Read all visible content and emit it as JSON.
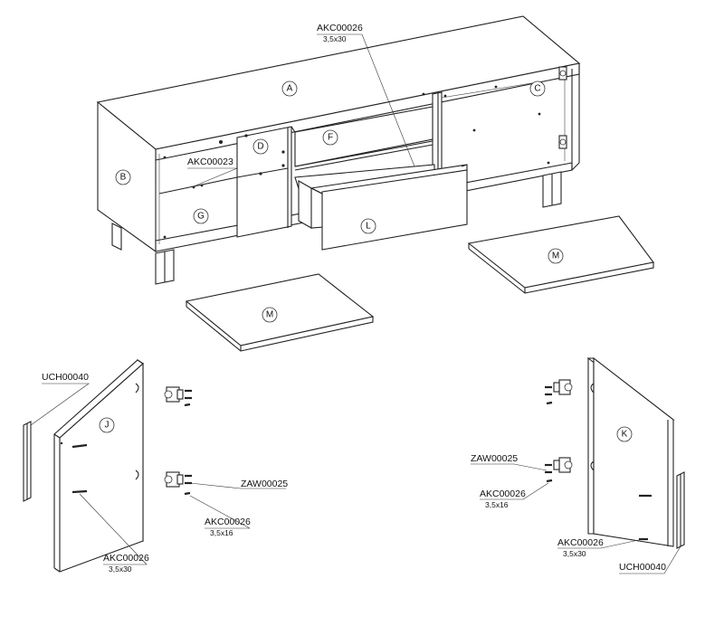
{
  "parts": {
    "A": "A",
    "B": "B",
    "C": "C",
    "D": "D",
    "F": "F",
    "G": "G",
    "L": "L",
    "M": "M",
    "J": "J",
    "K": "K"
  },
  "callouts": {
    "akc00026_top": {
      "code": "AKC00026",
      "size": "3,5x30"
    },
    "akc00023": {
      "code": "AKC00023"
    },
    "uch_left": {
      "code": "UCH00040"
    },
    "zaw_left": {
      "code": "ZAW00025"
    },
    "akc_left_hinge": {
      "code": "AKC00026",
      "size": "3,5x16"
    },
    "akc_left_door": {
      "code": "AKC00026",
      "size": "3,5x30"
    },
    "zaw_right": {
      "code": "ZAW00025"
    },
    "akc_right_hinge": {
      "code": "AKC00026",
      "size": "3,5x16"
    },
    "akc_right_door": {
      "code": "AKC00026",
      "size": "3,5x30"
    },
    "uch_right": {
      "code": "UCH00040"
    }
  }
}
